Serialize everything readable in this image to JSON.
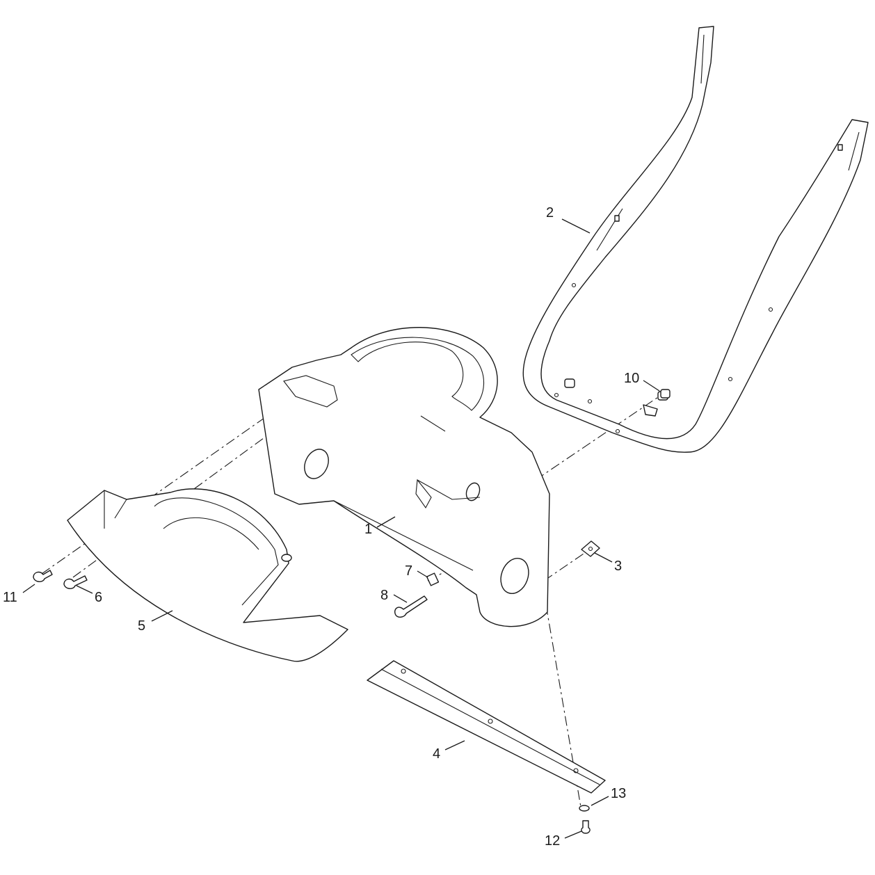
{
  "diagram": {
    "callouts": [
      {
        "id": "c1",
        "label": "1"
      },
      {
        "id": "c2",
        "label": "2"
      },
      {
        "id": "c3",
        "label": "3"
      },
      {
        "id": "c4",
        "label": "4"
      },
      {
        "id": "c5",
        "label": "5"
      },
      {
        "id": "c6",
        "label": "6"
      },
      {
        "id": "c7",
        "label": "7"
      },
      {
        "id": "c8",
        "label": "8"
      },
      {
        "id": "c10",
        "label": "10"
      },
      {
        "id": "c11",
        "label": "11"
      },
      {
        "id": "c12",
        "label": "12"
      },
      {
        "id": "c13",
        "label": "13"
      }
    ]
  }
}
